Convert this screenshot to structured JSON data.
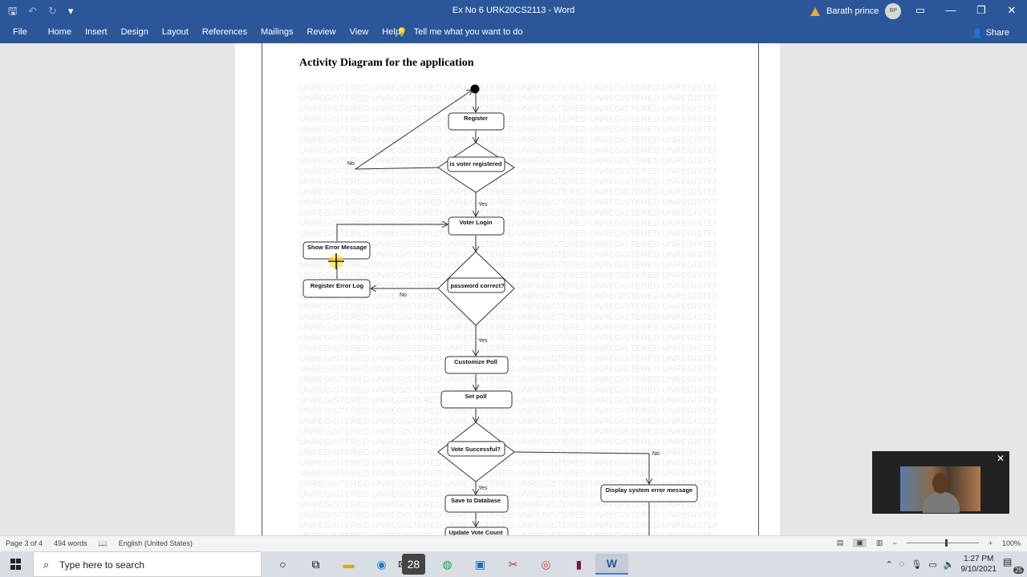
{
  "titlebar": {
    "doc_title": "Ex No 6 URK20CS2113  -  Word",
    "user_name": "Barath prince",
    "user_initials": "BP",
    "qat": {
      "save": "🖫",
      "undo": "↶",
      "redo": "↻",
      "customize": "▾"
    },
    "window": {
      "restore_ribbon": "▭",
      "minimize": "—",
      "maximize": "❐",
      "close": "✕"
    }
  },
  "ribbon": {
    "tabs": [
      "File",
      "Home",
      "Insert",
      "Design",
      "Layout",
      "References",
      "Mailings",
      "Review",
      "View",
      "Help"
    ],
    "tell_me": "Tell me what you want to do",
    "share": "Share"
  },
  "document": {
    "heading": "Activity Diagram for the application",
    "watermark_word": "UNREGISTERED",
    "nodes": {
      "register": "Register",
      "is_registered": "is voter registered",
      "voter_login": "Voter Login",
      "show_error": "Show Error Message",
      "register_error": "Register Error Log",
      "password_correct": "password correct?",
      "customize_poll": "Customize Poll",
      "set_poll": "Set poll",
      "vote_successful": "Vote Successful?",
      "save_db": "Save to Database",
      "update_count": "Update Vote Count",
      "display_error": "Display system error message"
    },
    "edge_labels": {
      "no1": "No",
      "yes1": "Yes",
      "no2": "No",
      "yes2": "Yes",
      "no3": "No",
      "yes3": "Yes"
    }
  },
  "statusbar": {
    "page": "Page 3 of 4",
    "words": "494 words",
    "language": "English (United States)",
    "zoom": "100%",
    "zoom_minus": "−",
    "zoom_plus": "+"
  },
  "taskbar": {
    "search_placeholder": "Type here to search",
    "mail_badge": "28",
    "time": "1:27 PM",
    "date": "9/10/2021",
    "notifications": "25"
  },
  "video": {
    "close": "✕"
  }
}
